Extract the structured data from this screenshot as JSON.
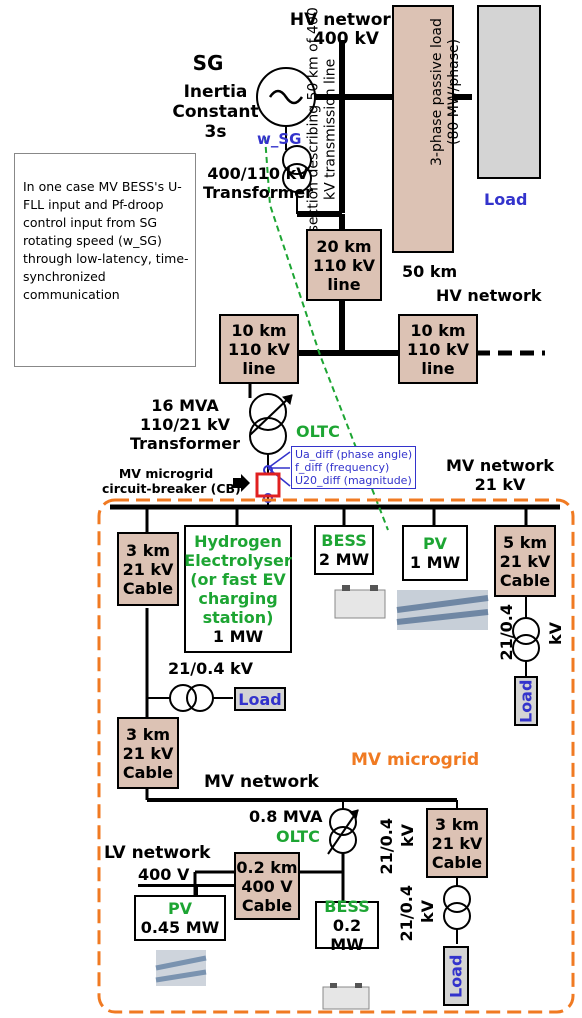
{
  "title_hv": {
    "line1": "HV network",
    "line2": "400 kV"
  },
  "sg": {
    "label": "SG",
    "inertia1": "Inertia",
    "inertia2": "Constant",
    "inertia3": "3s",
    "speed": "w_SG"
  },
  "pi_section": "PI-section describing 50 km of 400 kV transmission line",
  "passive_load": {
    "text": "3-phase passive load (80 MW/phase)",
    "label": "Load"
  },
  "transformer_400_110": {
    "line1": "400/110 kV",
    "line2": "Transformer"
  },
  "note": {
    "text": "In one case MV BESS's U-FLL input and Pf-droop control input from  SG rotating speed (w_SG) through low-latency, time-synchronized communication"
  },
  "hv_line_20": {
    "l1": "20 km",
    "l2": "110 kV",
    "l3": "line"
  },
  "hv_50": {
    "km": "50 km",
    "net": "HV network"
  },
  "hv_line_10a": {
    "l1": "10 km",
    "l2": "110 kV",
    "l3": "line"
  },
  "hv_line_10b": {
    "l1": "10 km",
    "l2": "110 kV",
    "l3": "line"
  },
  "transformer_110_21": {
    "l1": "16 MVA",
    "l2": "110/21 kV",
    "l3": "Transformer",
    "oltc": "OLTC"
  },
  "cb": {
    "l1": "MV microgrid",
    "l2": "circuit-breaker (CB)"
  },
  "cb_signals": {
    "phase": "Ua_diff (phase angle)",
    "freq": "f_diff (frequency)",
    "mag": "U20_diff (magnitude)"
  },
  "mv_net_top": {
    "l1": "MV network",
    "l2": "21 kV"
  },
  "cable_3a": {
    "l1": "3 km",
    "l2": "21 kV",
    "l3": "Cable"
  },
  "electrolyser": {
    "l1": "Hydrogen",
    "l2": "Electrolyser",
    "l3": "(or fast EV",
    "l4": "charging",
    "l5": "station)",
    "l6": "1 MW"
  },
  "bess_mv": {
    "l1": "BESS",
    "l2": "2 MW"
  },
  "pv_mv": {
    "l1": "PV",
    "l2": "1 MW"
  },
  "cable_5": {
    "l1": "5 km",
    "l2": "21 kV",
    "l3": "Cable"
  },
  "tx_left": "21/0.4 kV",
  "load_left": "Load",
  "tx_right": {
    "a": "21/0.4",
    "b": "kV"
  },
  "load_right": "Load",
  "cable_3b": {
    "l1": "3 km",
    "l2": "21 kV",
    "l3": "Cable"
  },
  "microgrid_label": "MV microgrid",
  "mv_net_mid": "MV network",
  "tx_lv": {
    "l1": "0.8 MVA",
    "l2": "OLTC",
    "l3": "21/0.4",
    "l4": "kV"
  },
  "cable_3c": {
    "l1": "3 km",
    "l2": "21 kV",
    "l3": "Cable"
  },
  "lv_net": {
    "l1": "LV network",
    "l2": "400 V"
  },
  "cable_02": {
    "l1": "0.2 km",
    "l2": "400 V",
    "l3": "Cable"
  },
  "pv_lv": {
    "l1": "PV",
    "l2": "0.45 MW"
  },
  "bess_lv": {
    "l1": "BESS",
    "l2": "0.2 MW"
  },
  "tx_bottom": {
    "a": "21/0.4",
    "b": "kV"
  },
  "load_bottom": "Load",
  "colors": {
    "tan": "#dcc2b4",
    "green": "#1da533",
    "blue": "#3333cc",
    "orange": "#f07a22",
    "grey": "#d4d4d4"
  }
}
